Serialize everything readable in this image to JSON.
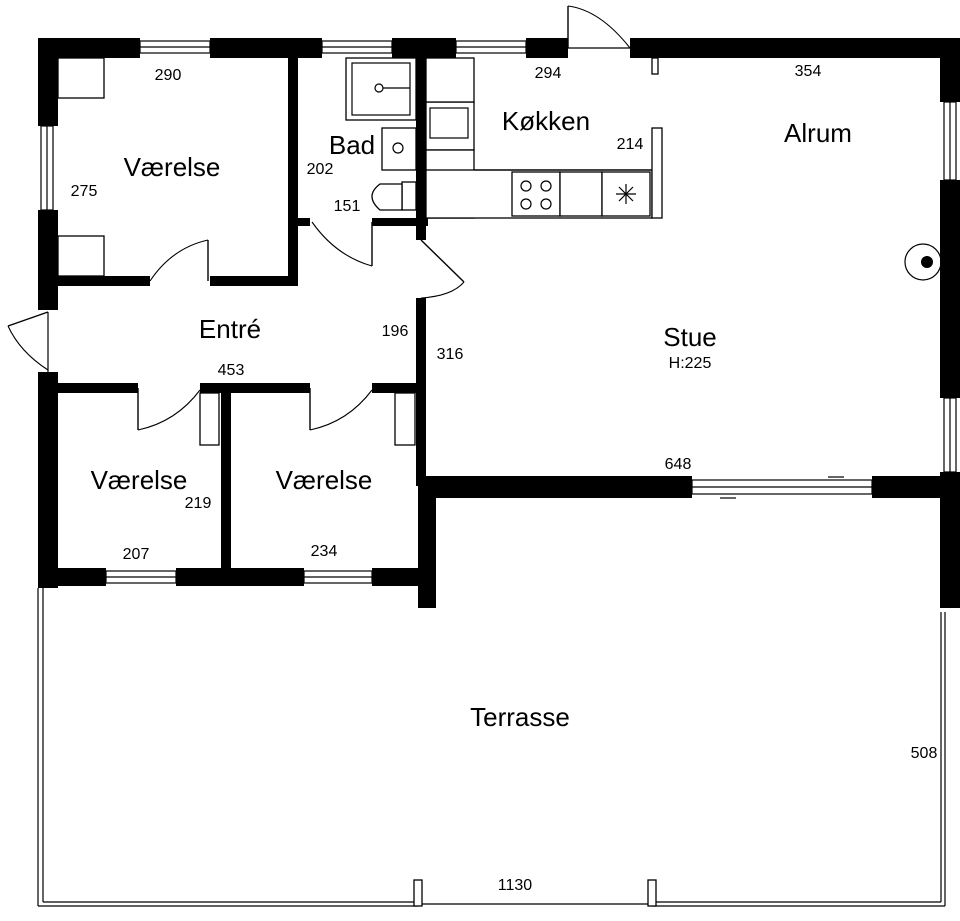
{
  "rooms": {
    "vaerelse_1": "Værelse",
    "bad": "Bad",
    "kokken": "Køkken",
    "alrum": "Alrum",
    "entre": "Entré",
    "stue": "Stue",
    "stue_height": "H:225",
    "vaerelse_2": "Værelse",
    "vaerelse_3": "Værelse",
    "terrasse": "Terrasse"
  },
  "dimensions": {
    "vaerelse_1_width": "290",
    "vaerelse_1_depth": "275",
    "bad_depth": "202",
    "bad_width": "151",
    "kokken_width": "294",
    "kokken_depth": "214",
    "alrum_width": "354",
    "entre_depth": "196",
    "entre_width": "453",
    "stue_depth": "316",
    "stue_width": "648",
    "vaerelse_2_depth": "219",
    "vaerelse_2_width": "207",
    "vaerelse_3_width": "234",
    "terrasse_depth": "508",
    "terrasse_width": "1130"
  }
}
